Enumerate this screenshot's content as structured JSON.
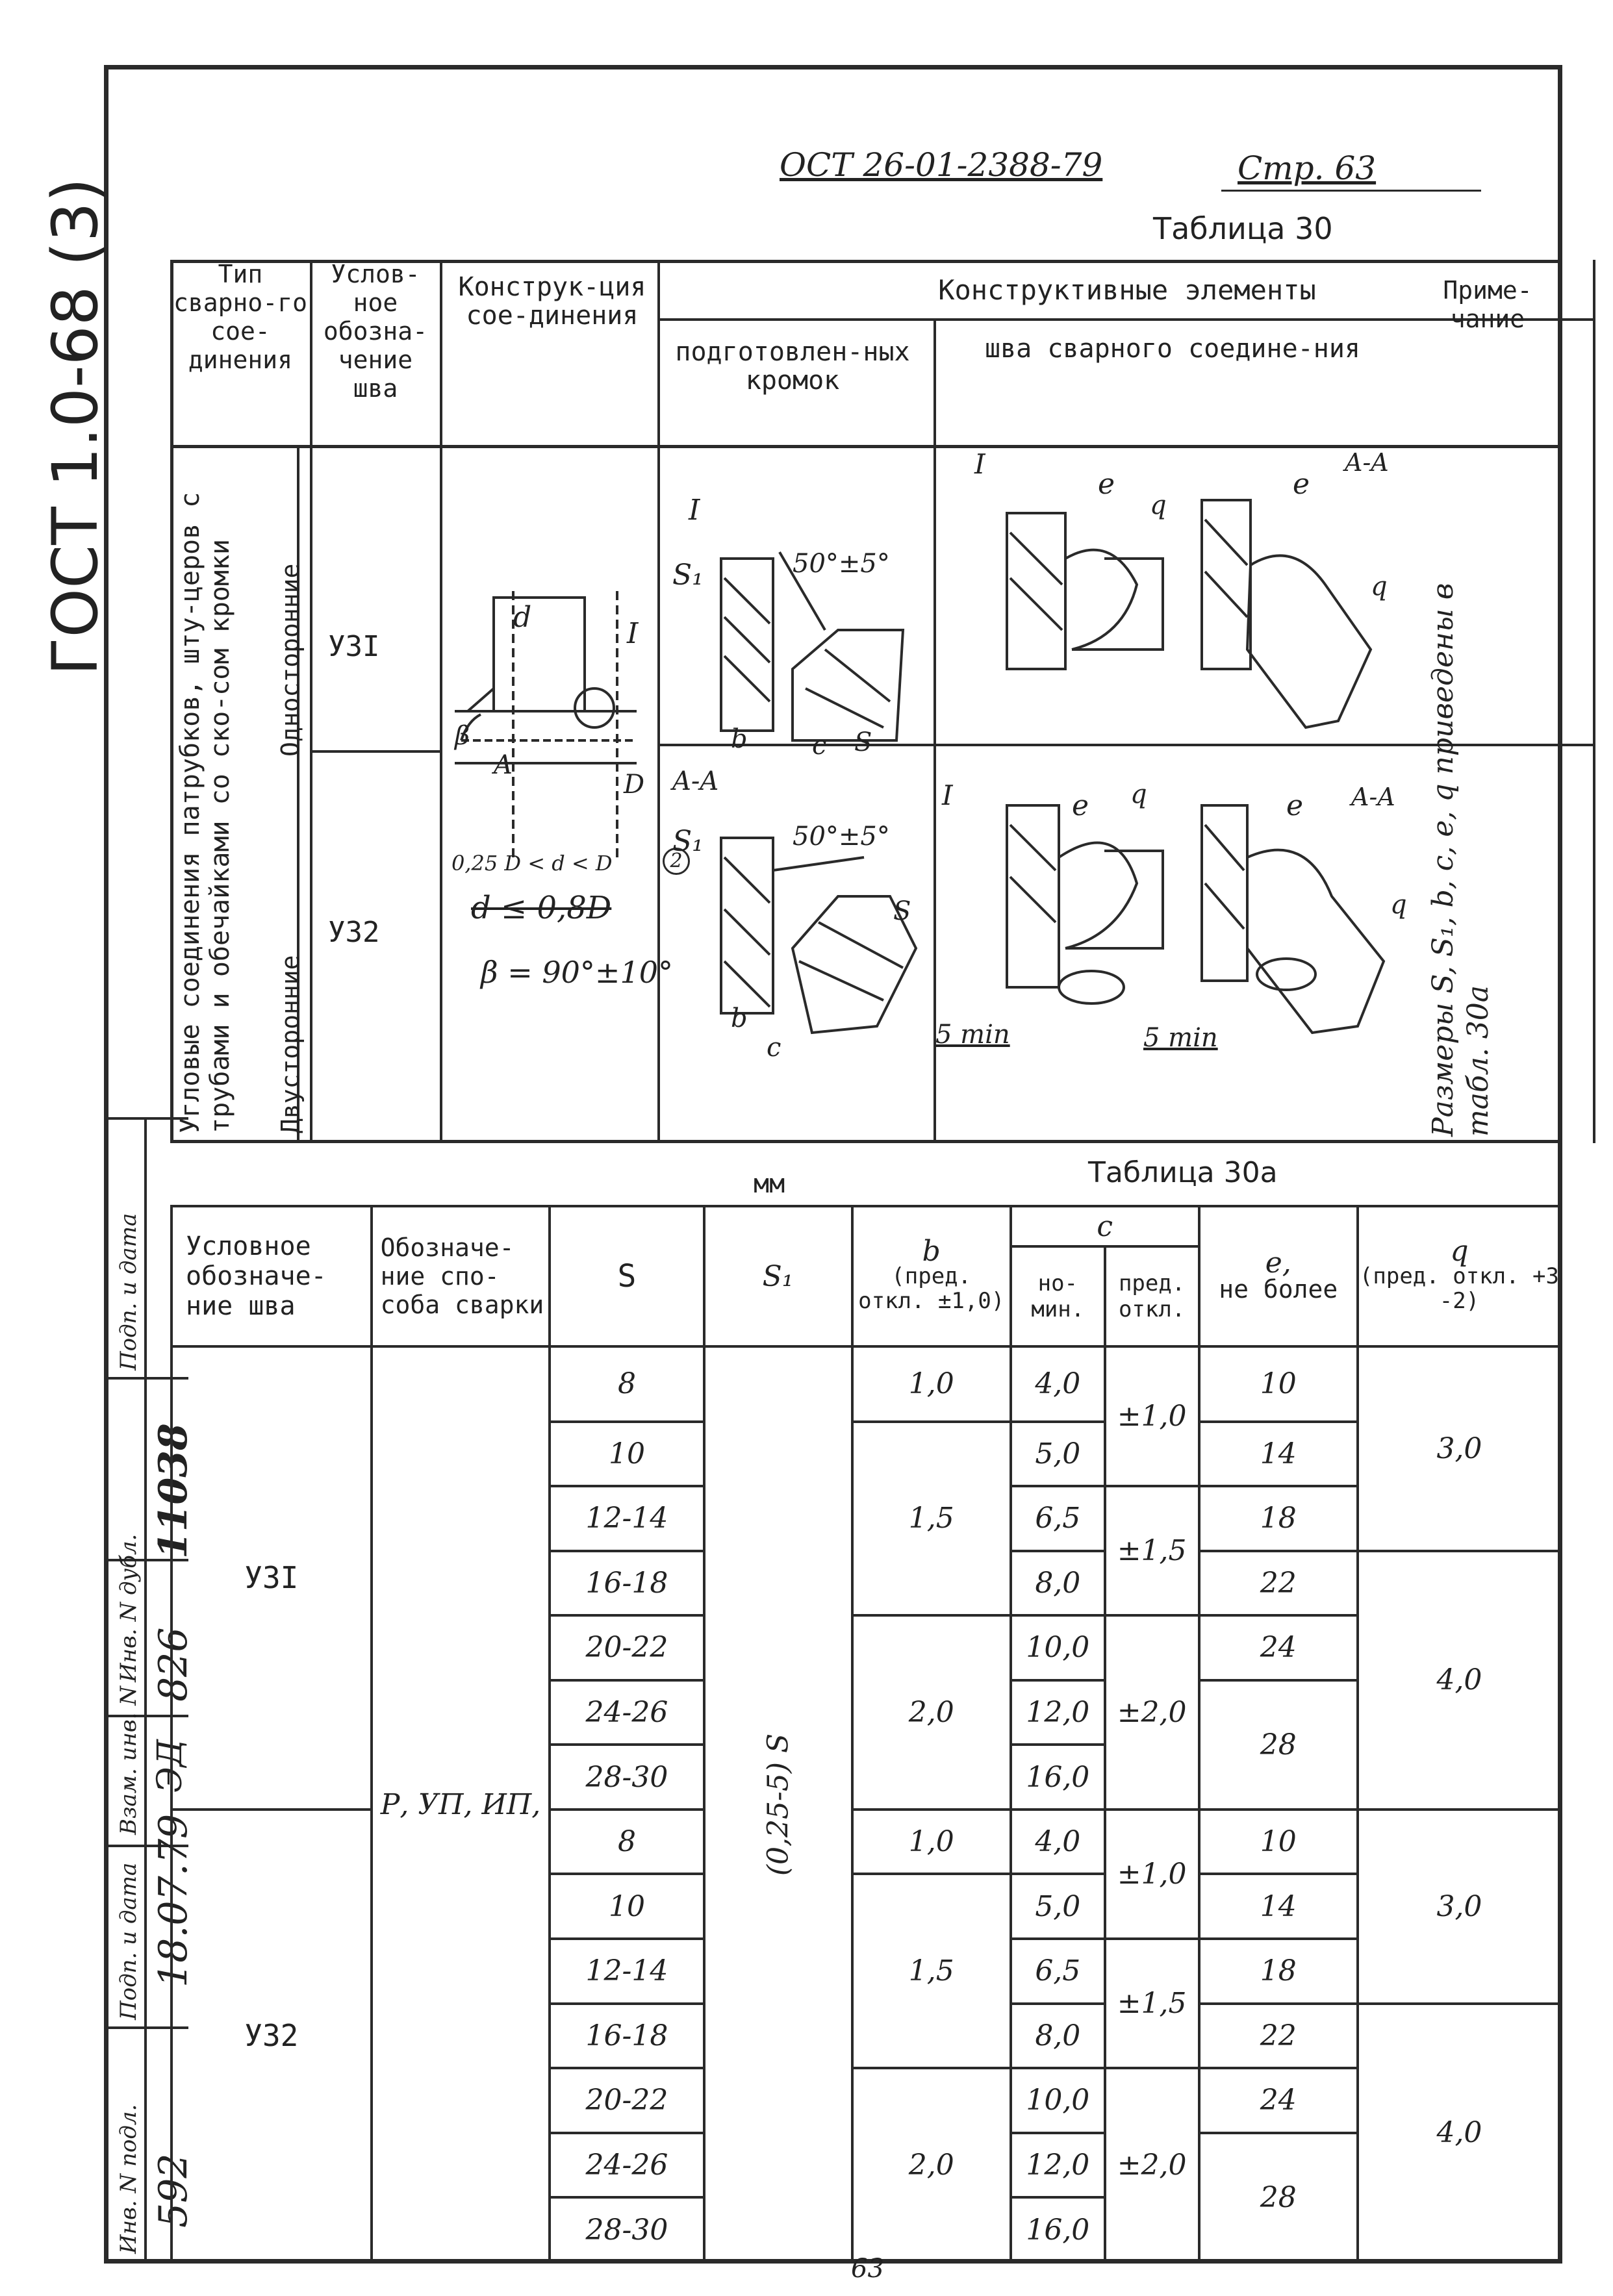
{
  "left_stamp": {
    "gost": "ГОСТ 1.0-68 (3)"
  },
  "side_block": {
    "labels": [
      "Инв. N подл.",
      "Подп. и дата",
      "Взам. инв. N",
      "Инв. N дубл.",
      "Подп. и дата"
    ],
    "values": [
      "592",
      "18.07.79",
      "826",
      "11038"
    ],
    "extra": "ЭД"
  },
  "header": {
    "standard": "ОСТ 26-01-2388-79",
    "page": "Стр. 63"
  },
  "table30": {
    "caption": "Таблица 30",
    "col_type": "Тип сварно-го сое-динения",
    "col_symbol": "Услов-ное обозна-чение шва",
    "col_design": "Конструк-ция сое-динения",
    "col_elements": "Конструктивные элементы",
    "col_prep": "подготовлен-ных кромок",
    "col_weld": "шва сварного соедине-ния",
    "col_note": "Приме-чание",
    "joint_type": "Угловые соединения патрубков, шту-церов с трубами и обечайками со ско-сом кромки",
    "side_one": "Односторонние",
    "side_two": "Двусторонние",
    "code1": "У3I",
    "code2": "У32",
    "note": "Размеры S, S₁, b, c, e, q приведены в табл. 30а",
    "fig_labels": {
      "d": "d",
      "I": "I",
      "beta": "β",
      "A": "A",
      "D": "D",
      "cond1": "0,25 D < d < D",
      "cond2": "d ≤ 0,8D",
      "beta_eq": "β = 90°±10°",
      "circle2": "2",
      "angle1": "50°±5°",
      "angle2": "50°±5°",
      "S1": "S₁",
      "S": "S",
      "b": "b",
      "c": "c",
      "AA": "A-A",
      "e": "e",
      "q": "q",
      "smin": "5 min"
    }
  },
  "mm": "мм",
  "table30a": {
    "caption": "Таблица 30а",
    "headers": {
      "seam": "Условное обозначе-ние шва",
      "method": "Обозначе-ние спо-соба сварки",
      "s": "S",
      "s1": "S₁",
      "b_sym": "b",
      "b_txt": "(пред. откл. ±1,0)",
      "c": "c",
      "c_nom": "но-мин.",
      "c_dev": "пред. откл.",
      "e_sym": "e,",
      "e_txt": "не более",
      "q_sym": "q",
      "q_txt": "(пред. откл. +3 -2)"
    },
    "method_value": "Р, УП, ИП,",
    "s1_value": "(0,25-5) S",
    "seam1": "У3I",
    "seam2": "У32",
    "s_values": [
      "8",
      "10",
      "12-14",
      "16-18",
      "20-22",
      "24-26",
      "28-30",
      "8",
      "10",
      "12-14",
      "16-18",
      "20-22",
      "24-26",
      "28-30"
    ],
    "b_values": [
      "1,0",
      "1,5",
      "2,0",
      "1,0",
      "1,5",
      "2,0"
    ],
    "c_nom": [
      "4,0",
      "5,0",
      "6,5",
      "8,0",
      "10,0",
      "12,0",
      "16,0",
      "4,0",
      "5,0",
      "6,5",
      "8,0",
      "10,0",
      "12,0",
      "16,0"
    ],
    "c_dev": [
      "±1,0",
      "±1,5",
      "±2,0",
      "±1,0",
      "±1,5",
      "±2,0"
    ],
    "e_values": [
      "10",
      "14",
      "18",
      "22",
      "24",
      "28",
      "10",
      "14",
      "18",
      "22",
      "24",
      "28"
    ],
    "q_values": [
      "3,0",
      "4,0",
      "3,0",
      "4,0"
    ]
  },
  "footer": {
    "page_number": "63"
  }
}
